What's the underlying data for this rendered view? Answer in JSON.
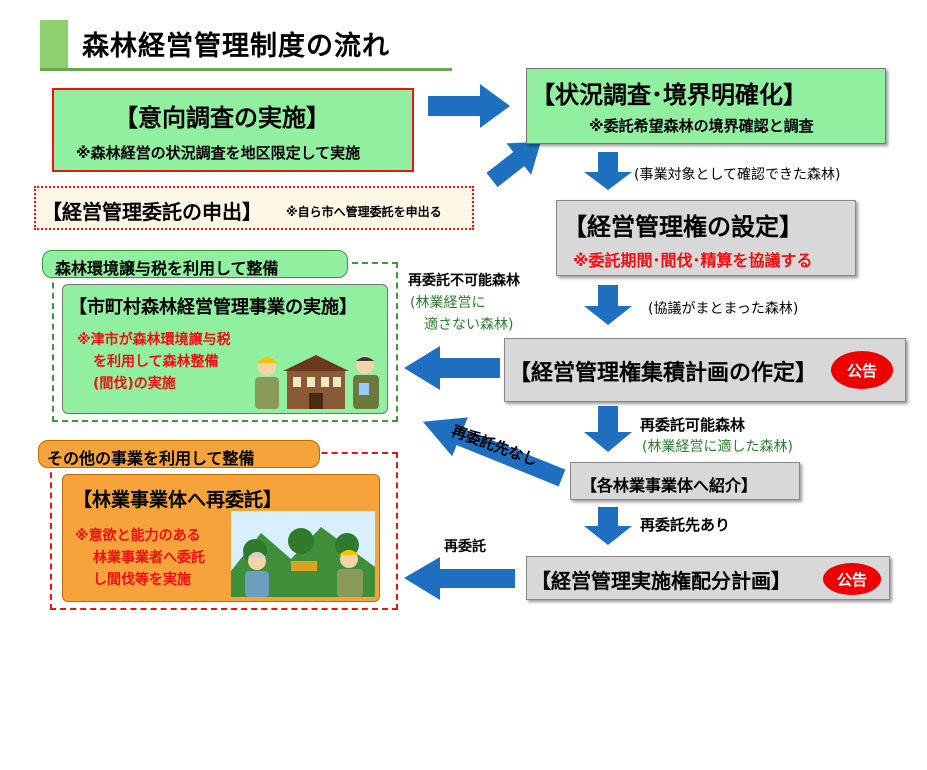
{
  "title": "森林経営管理制度の流れ",
  "boxes": {
    "survey": {
      "heading": "【意向調査の実施】",
      "note": "※森林経営の状況調査を地区限定して実施"
    },
    "request": {
      "heading": "【経営管理委託の申出】",
      "note": "※自ら市へ管理委託を申出る"
    },
    "status": {
      "heading": "【状況調査･境界明確化】",
      "note": "※委託希望森林の境界確認と調査"
    },
    "rights": {
      "heading": "【経営管理権の設定】",
      "note": "※委託期間･間伐･精算を協議する"
    },
    "plan": {
      "heading": "【経営管理権集積計画の作定】",
      "badge": "公告"
    },
    "intro": {
      "heading": "【各林業事業体へ紹介】"
    },
    "distribution": {
      "heading": "【経営管理実施権配分計画】",
      "badge": "公告"
    },
    "tax_group": {
      "tab": "森林環境譲与税を利用して整備",
      "heading": "【市町村森林経営管理事業の実施】",
      "note_lines": [
        "※津市が森林環境譲与税",
        "を利用して森林整備",
        "(間伐)の実施"
      ]
    },
    "other_group": {
      "tab": "その他の事業を利用して整備",
      "heading": "【林業事業体へ再委託】",
      "note_lines": [
        "※意欲と能力のある",
        "林業事業者へ委託",
        "し間伐等を実施"
      ]
    }
  },
  "labels": {
    "confirmed": "(事業対象として確認できた森林)",
    "agreed": "(協議がまとまった森林)",
    "not_possible": "再委託不可能森林",
    "not_suitable_1": "(林業経営に",
    "not_suitable_2": "適さない森林)",
    "possible": "再委託可能森林",
    "suitable": "(林業経営に適した森林)",
    "no_contractor": "再委託先なし",
    "has_contractor": "再委託先あり",
    "recommission": "再委託"
  },
  "colors": {
    "arrow": "#1f6fc0",
    "green_box": "#90f0a0",
    "gray_box": "#d8d8d8",
    "orange_box": "#f7a33c",
    "red_text": "#e11111",
    "badge": "#e00000"
  }
}
